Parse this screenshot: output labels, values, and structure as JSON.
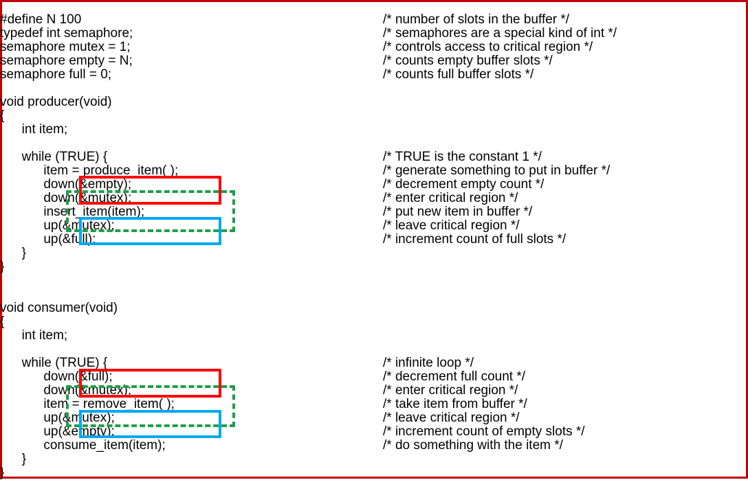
{
  "code": [
    {
      "code": "#define N 100",
      "comment": "/* number of slots in the buffer */"
    },
    {
      "code": "typedef int semaphore;",
      "comment": "/* semaphores are a special kind of int */"
    },
    {
      "code": "semaphore mutex = 1;",
      "comment": "/* controls access to critical region */"
    },
    {
      "code": "semaphore empty = N;",
      "comment": "/* counts empty buffer slots */"
    },
    {
      "code": "semaphore full = 0;",
      "comment": "/* counts full buffer slots */"
    },
    {
      "code": "",
      "comment": ""
    },
    {
      "code": "void producer(void)",
      "comment": ""
    },
    {
      "code": "{",
      "comment": ""
    },
    {
      "code": "      int item;",
      "comment": ""
    },
    {
      "code": "",
      "comment": ""
    },
    {
      "code": "      while (TRUE) {",
      "comment": "/* TRUE is the constant 1 */"
    },
    {
      "code": "            item = produce_item( );",
      "comment": "/* generate something to put in buffer */"
    },
    {
      "code": "            down(&empty);",
      "comment": "/* decrement empty count */"
    },
    {
      "code": "            down(&mutex);",
      "comment": "/* enter critical region */"
    },
    {
      "code": "            insert_item(item);",
      "comment": "/* put new item in buffer */"
    },
    {
      "code": "            up(&mutex);",
      "comment": "/* leave critical region */"
    },
    {
      "code": "            up(&full);",
      "comment": "/* increment count of full slots */"
    },
    {
      "code": "      }",
      "comment": ""
    },
    {
      "code": "}",
      "comment": ""
    },
    {
      "code": "",
      "comment": ""
    },
    {
      "code": "",
      "comment": ""
    },
    {
      "code": "void consumer(void)",
      "comment": ""
    },
    {
      "code": "{",
      "comment": ""
    },
    {
      "code": "      int item;",
      "comment": ""
    },
    {
      "code": "",
      "comment": ""
    },
    {
      "code": "      while (TRUE) {",
      "comment": "/* infinite loop */"
    },
    {
      "code": "            down(&full);",
      "comment": "/* decrement full count */"
    },
    {
      "code": "            down(&mutex);",
      "comment": "/* enter critical region */"
    },
    {
      "code": "            item = remove_item( );",
      "comment": "/* take item from buffer */"
    },
    {
      "code": "            up(&mutex);",
      "comment": "/* leave critical region */"
    },
    {
      "code": "            up(&empty);",
      "comment": "/* increment count of empty slots */"
    },
    {
      "code": "            consume_item(item);",
      "comment": "/* do something with the item */"
    },
    {
      "code": "      }",
      "comment": ""
    },
    {
      "code": "}",
      "comment": ""
    }
  ],
  "colors": {
    "frame": "#c00000",
    "red_box": "#ff0000",
    "blue_box": "#00a8f0",
    "green_box": "#1e9e48"
  }
}
